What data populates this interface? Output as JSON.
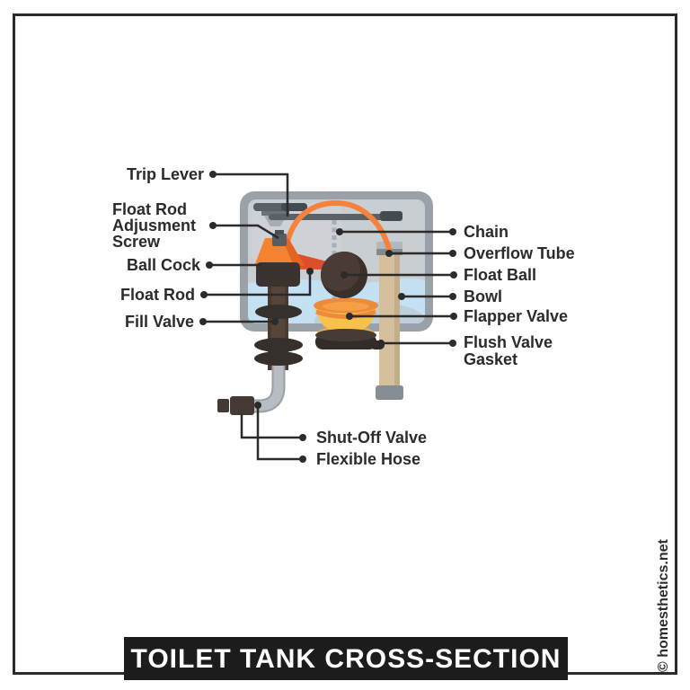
{
  "title_bar": {
    "text": "TOILET TANK CROSS-SECTION"
  },
  "watermark": {
    "text": "© homesthetics.net"
  },
  "labels": {
    "trip_lever": "Trip Lever",
    "float_rod_adjustment_screw": [
      "Float Rod",
      "Adjusment",
      "Screw"
    ],
    "ball_cock": "Ball Cock",
    "float_rod": "Float Rod",
    "fill_valve": "Fill Valve",
    "chain": "Chain",
    "overflow_tube": "Overflow Tube",
    "float_ball": "Float Ball",
    "bowl": "Bowl",
    "flapper_valve": "Flapper Valve",
    "flush_valve_gasket": [
      "Flush Valve",
      "Gasket"
    ],
    "shut_off_valve": "Shut-Off Valve",
    "flexible_hose": "Flexible Hose"
  },
  "colors": {
    "accent_orange": "#f5823c",
    "red_orange": "#dd4f2b",
    "yellow": "#f7c14b",
    "water_blue": "#c3e1f2",
    "tank_gray": "#9aa1a9",
    "tank_interior": "#c9ced3",
    "dark_brown": "#3a3330",
    "tube_tan": "#d6bf9c",
    "label_text": "#2b2b2b",
    "title_bar_bg": "#1c1c1c",
    "title_text": "#ffffff"
  }
}
